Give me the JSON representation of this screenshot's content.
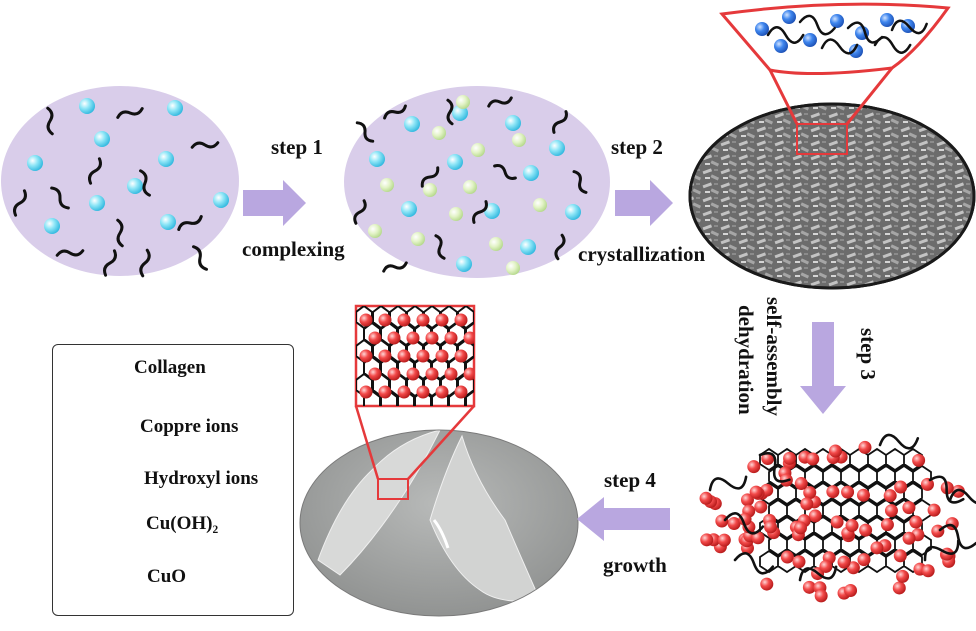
{
  "steps": {
    "step1": "step 1",
    "step1_action": "complexing",
    "step2": "step 2",
    "step2_action": "crystallization",
    "step3": "step 3",
    "step3_action1": "dehydration",
    "step3_action2": "self-assembly",
    "step4": "step 4",
    "step4_action": "growth"
  },
  "legend": {
    "items": [
      {
        "symbol": "collagen-strand",
        "label": "Collagen"
      },
      {
        "symbol": "cyan-sphere",
        "label": "Coppre ions"
      },
      {
        "symbol": "green-sphere",
        "label": "Hydroxyl ions"
      },
      {
        "symbol": "blue-sphere",
        "label": "Cu(OH)₂"
      },
      {
        "symbol": "red-sphere",
        "label": "CuO"
      }
    ]
  },
  "colors": {
    "ellipse_fill": "#d9cdea",
    "arrow": "#b9a7e0",
    "copper": "#5fd3ee",
    "hydroxyl": "#d4ecb0",
    "cuoh2": "#2f6fd8",
    "cuo": "#f03434",
    "highlight": "#e5393b"
  }
}
